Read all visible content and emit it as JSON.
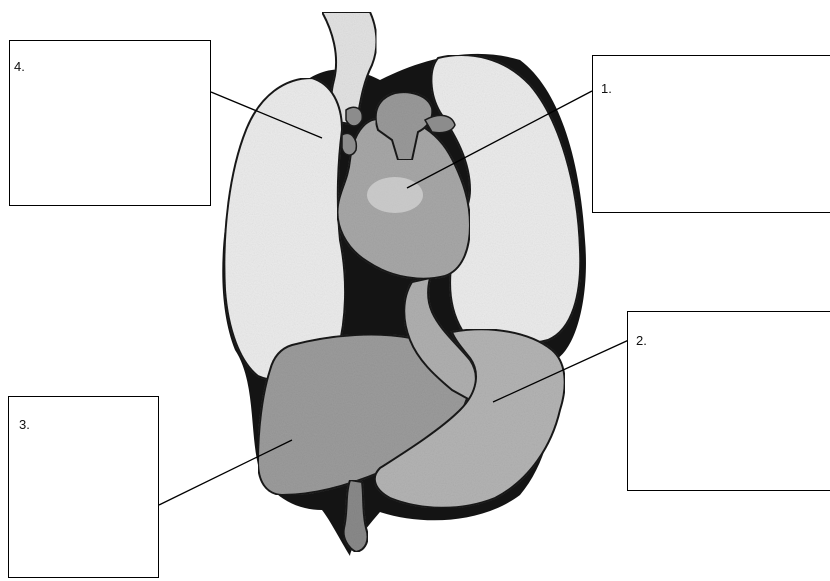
{
  "labels": {
    "box1": "1.",
    "box2": "2.",
    "box3": "3.",
    "box4": "4."
  },
  "colors": {
    "outline": "#1a1a1a",
    "lung": "#ececec",
    "heart": "#a8a8a8",
    "liver": "#9c9c9c",
    "stomach": "#b4b4b4",
    "cavity": "#141414",
    "leader_line": "#000000"
  }
}
